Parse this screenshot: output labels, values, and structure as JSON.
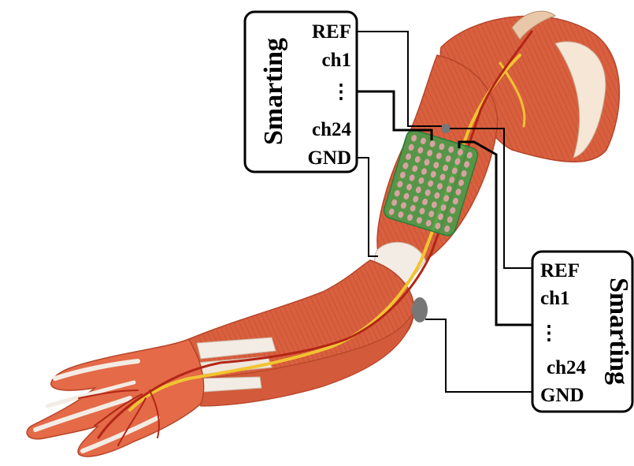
{
  "amplifier_top": {
    "brand": "Smarting",
    "channels": [
      "REF",
      "ch1",
      "⋮",
      "ch24",
      "GND"
    ]
  },
  "amplifier_bottom": {
    "brand": "Smarting",
    "channels": [
      "REF",
      "ch1",
      "⋮",
      "ch24",
      "GND"
    ]
  },
  "colors": {
    "muscle": "#d9603f",
    "muscle_light": "#ee9a78",
    "tendon": "#f3ece4",
    "nerve": "#f1c431",
    "artery": "#b32616",
    "electrode_grid": "#3fa04a",
    "electrode_dot": "#d7a3a1",
    "reference_electrode": "#777777"
  }
}
